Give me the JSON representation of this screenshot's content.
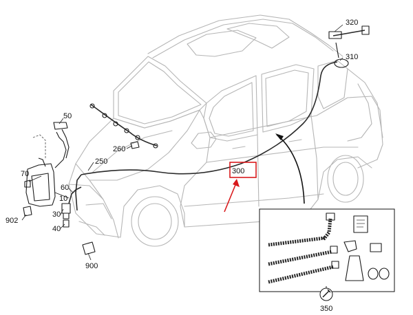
{
  "parts": [
    {
      "id": "320",
      "label": "320"
    },
    {
      "id": "310",
      "label": "310"
    },
    {
      "id": "50",
      "label": "50"
    },
    {
      "id": "260",
      "label": "260"
    },
    {
      "id": "250",
      "label": "250"
    },
    {
      "id": "300",
      "label": "300"
    },
    {
      "id": "70",
      "label": "70"
    },
    {
      "id": "60",
      "label": "60"
    },
    {
      "id": "10",
      "label": "10"
    },
    {
      "id": "30",
      "label": "30"
    },
    {
      "id": "40",
      "label": "40"
    },
    {
      "id": "902",
      "label": "902"
    },
    {
      "id": "900",
      "label": "900"
    },
    {
      "id": "350",
      "label": "350"
    }
  ],
  "colors": {
    "highlight": "#d9191c",
    "line": "#1a1a1a",
    "car_outline": "#b5b5b5"
  }
}
